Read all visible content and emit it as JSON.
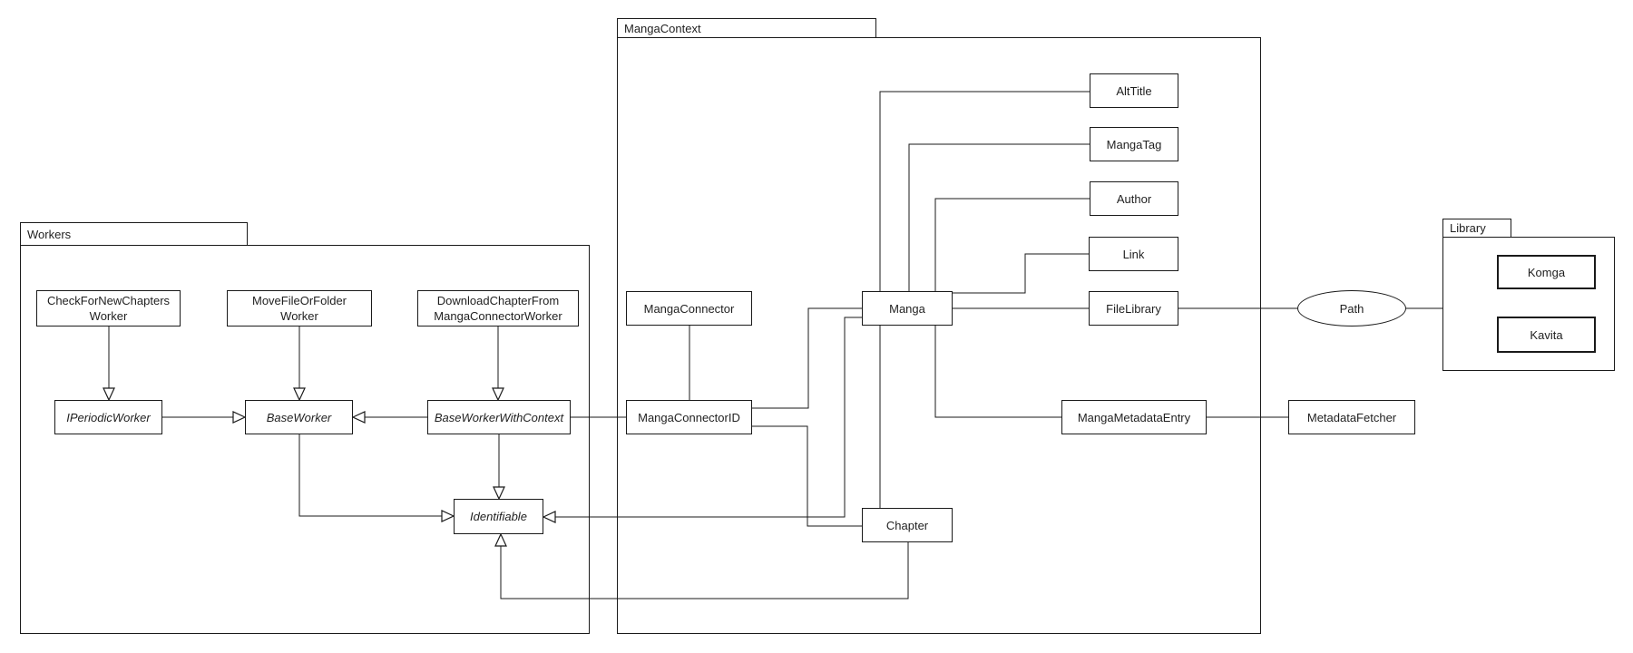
{
  "packages": {
    "workers": {
      "label": "Workers"
    },
    "manga_context": {
      "label": "MangaContext"
    },
    "library": {
      "label": "Library"
    }
  },
  "nodes": {
    "check_for_new_chapters_worker": {
      "lines": [
        "CheckForNewChapters",
        "Worker"
      ]
    },
    "move_file_or_folder_worker": {
      "lines": [
        "MoveFileOrFolder",
        "Worker"
      ]
    },
    "download_chapter_from_manga_connector_worker": {
      "lines": [
        "DownloadChapterFrom",
        "MangaConnectorWorker"
      ]
    },
    "iperiodic_worker": {
      "label": "IPeriodicWorker"
    },
    "base_worker": {
      "label": "BaseWorker"
    },
    "base_worker_with_context": {
      "label": "BaseWorkerWithContext"
    },
    "identifiable": {
      "label": "Identifiable"
    },
    "manga_connector": {
      "label": "MangaConnector"
    },
    "manga_connector_id": {
      "label": "MangaConnectorID"
    },
    "manga": {
      "label": "Manga"
    },
    "chapter": {
      "label": "Chapter"
    },
    "alt_title": {
      "label": "AltTitle"
    },
    "manga_tag": {
      "label": "MangaTag"
    },
    "author": {
      "label": "Author"
    },
    "link": {
      "label": "Link"
    },
    "file_library": {
      "label": "FileLibrary"
    },
    "manga_metadata_entry": {
      "label": "MangaMetadataEntry"
    },
    "metadata_fetcher": {
      "label": "MetadataFetcher"
    },
    "komga": {
      "label": "Komga"
    },
    "kavita": {
      "label": "Kavita"
    },
    "path": {
      "label": "Path"
    }
  },
  "colors": {
    "stroke": "#1a1a1a",
    "background": "#ffffff"
  }
}
